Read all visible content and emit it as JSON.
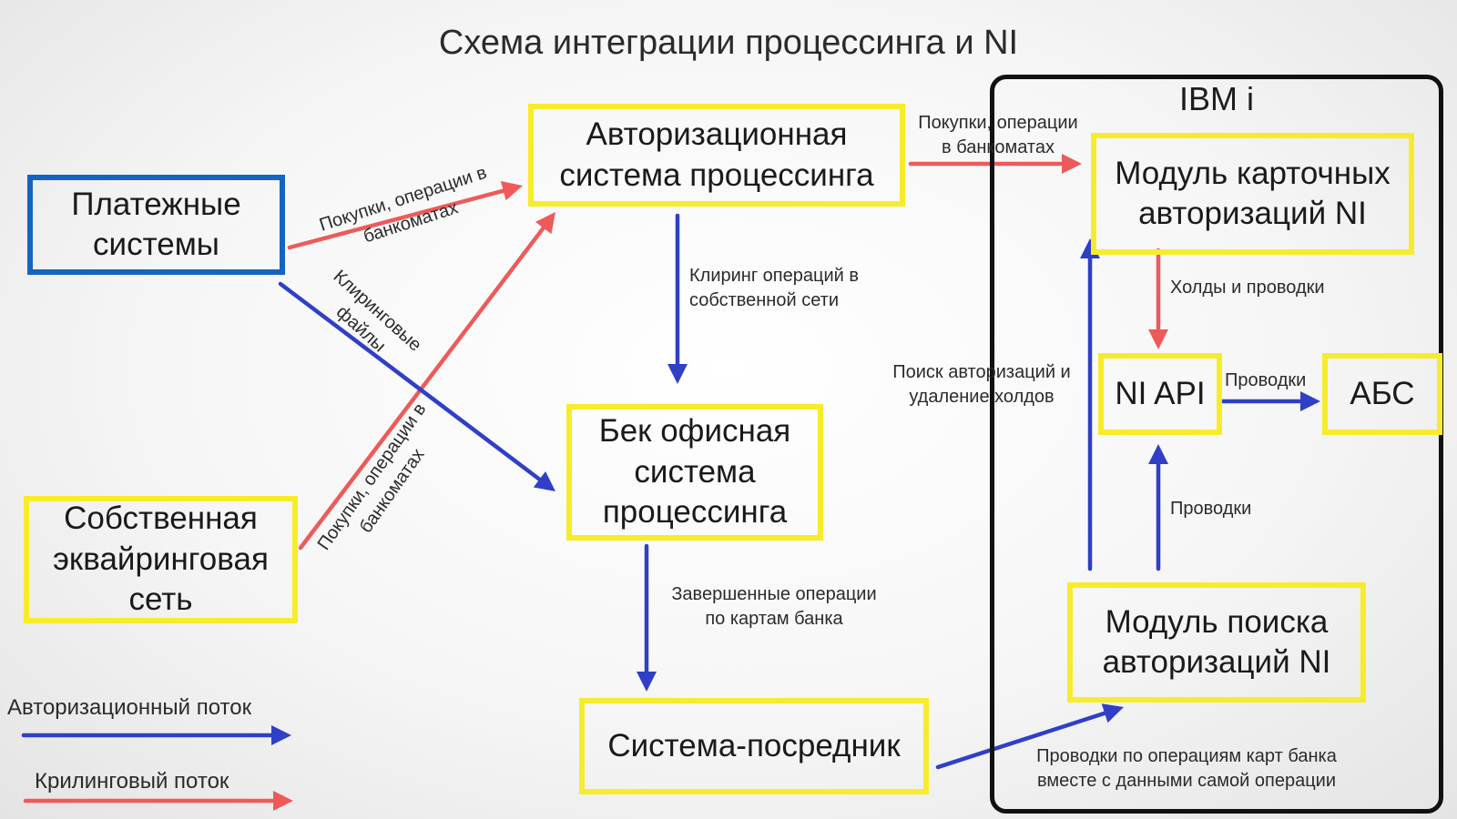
{
  "title": "Схема интеграции процессинга и NI",
  "ibm_container": {
    "label": "IBM i"
  },
  "nodes": {
    "payment_systems": {
      "lines": [
        "Платежные",
        "системы"
      ]
    },
    "auth_system": {
      "lines": [
        "Авторизационная",
        "система процессинга"
      ]
    },
    "own_network": {
      "lines": [
        "Собственная",
        "эквайринговая",
        "сеть"
      ]
    },
    "back_office": {
      "lines": [
        "Бек офисная",
        "система",
        "процессинга"
      ]
    },
    "intermediary": {
      "lines": [
        "Система-посредник"
      ]
    },
    "card_auth_module": {
      "lines": [
        "Модуль карточных",
        "авторизаций NI"
      ]
    },
    "ni_api": {
      "lines": [
        "NI API"
      ]
    },
    "abs": {
      "lines": [
        "АБС"
      ]
    },
    "auth_search_module": {
      "lines": [
        "Модуль поиска",
        "авторизаций NI"
      ]
    }
  },
  "edge_labels": {
    "ps_to_auth": [
      "Покупки, операции в",
      "банкоматах"
    ],
    "ps_to_backoffice": [
      "Клиринговые",
      "файлы"
    ],
    "own_to_auth": [
      "Покупки, операции в",
      "банкоматах"
    ],
    "auth_to_backoffice": [
      "Клиринг операций в",
      "собственной сети"
    ],
    "auth_to_card_module": [
      "Покупки, операции",
      "в банкоматах"
    ],
    "card_module_to_api": [
      "Холды и проводки"
    ],
    "search_to_card_module": [
      "Поиск авторизаций и",
      "удаление холдов"
    ],
    "api_to_abs": [
      "Проводки"
    ],
    "search_to_api": [
      "Проводки"
    ],
    "backoffice_to_intermediary": [
      "Завершенные операции",
      "по картам банка"
    ],
    "intermediary_to_search": [
      "Проводки по операциям карт банка",
      "вместе с данными самой операции"
    ]
  },
  "legend": {
    "blue_label": "Авторизационный поток",
    "red_label": "Крилинговый поток"
  },
  "colors": {
    "box_border": "#f7ec2b",
    "payment_box_border": "#1565c0",
    "blue_arrow": "#2f3fc6",
    "red_arrow": "#ee5a5a",
    "ibm_border": "#111111"
  }
}
